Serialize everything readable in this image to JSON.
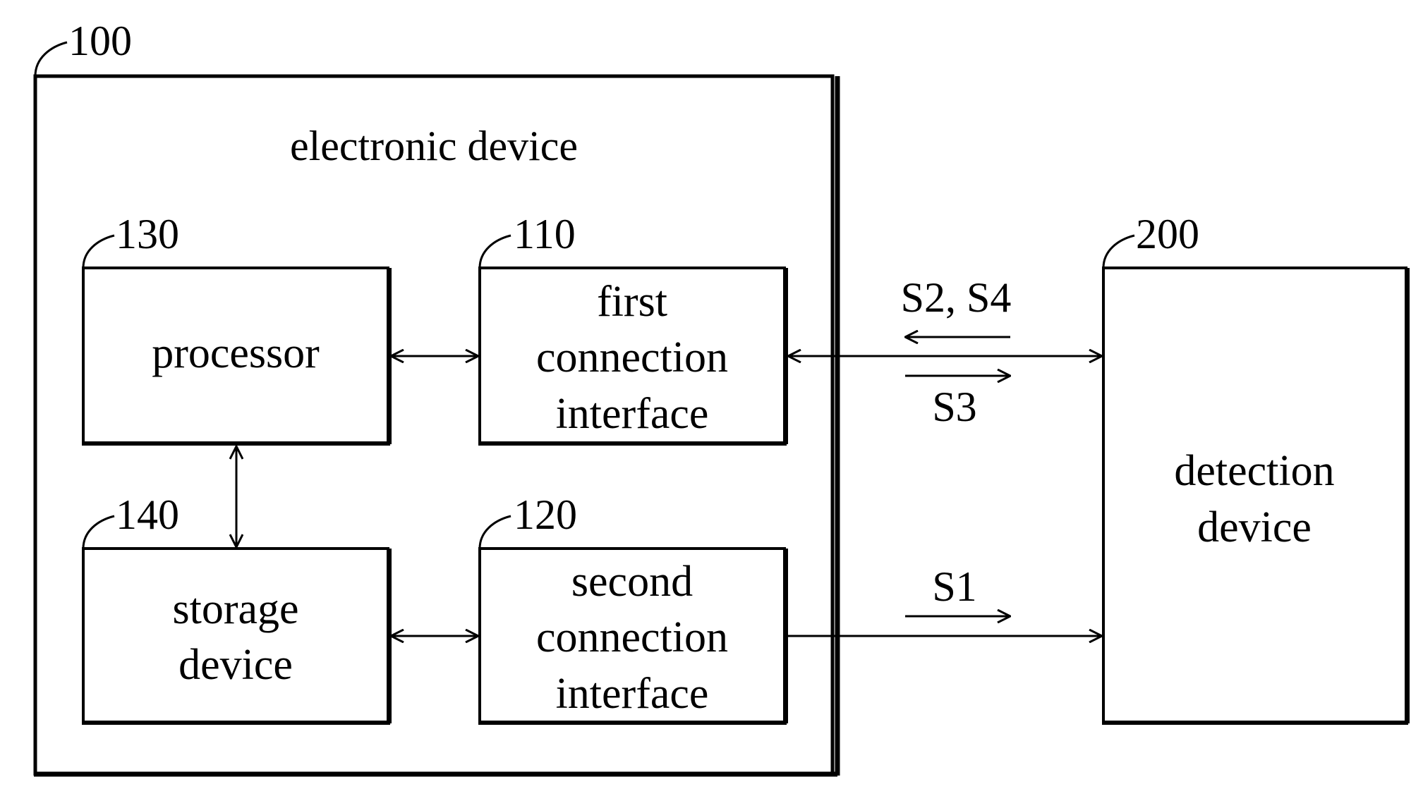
{
  "colors": {
    "background": "#ffffff",
    "stroke": "#000000"
  },
  "electronic_device": {
    "ref": "100",
    "title": "electronic device"
  },
  "processor": {
    "ref": "130",
    "label": "processor"
  },
  "first_interface": {
    "ref": "110",
    "label_lines": [
      "first",
      "connection",
      "interface"
    ]
  },
  "storage_device": {
    "ref": "140",
    "label_lines": [
      "storage",
      "device"
    ]
  },
  "second_interface": {
    "ref": "120",
    "label_lines": [
      "second",
      "connection",
      "interface"
    ]
  },
  "detection_device": {
    "ref": "200",
    "label_lines": [
      "detection",
      "device"
    ]
  },
  "signals": {
    "top_left": "S2, S4",
    "top_right": "S3",
    "bottom": "S1"
  }
}
